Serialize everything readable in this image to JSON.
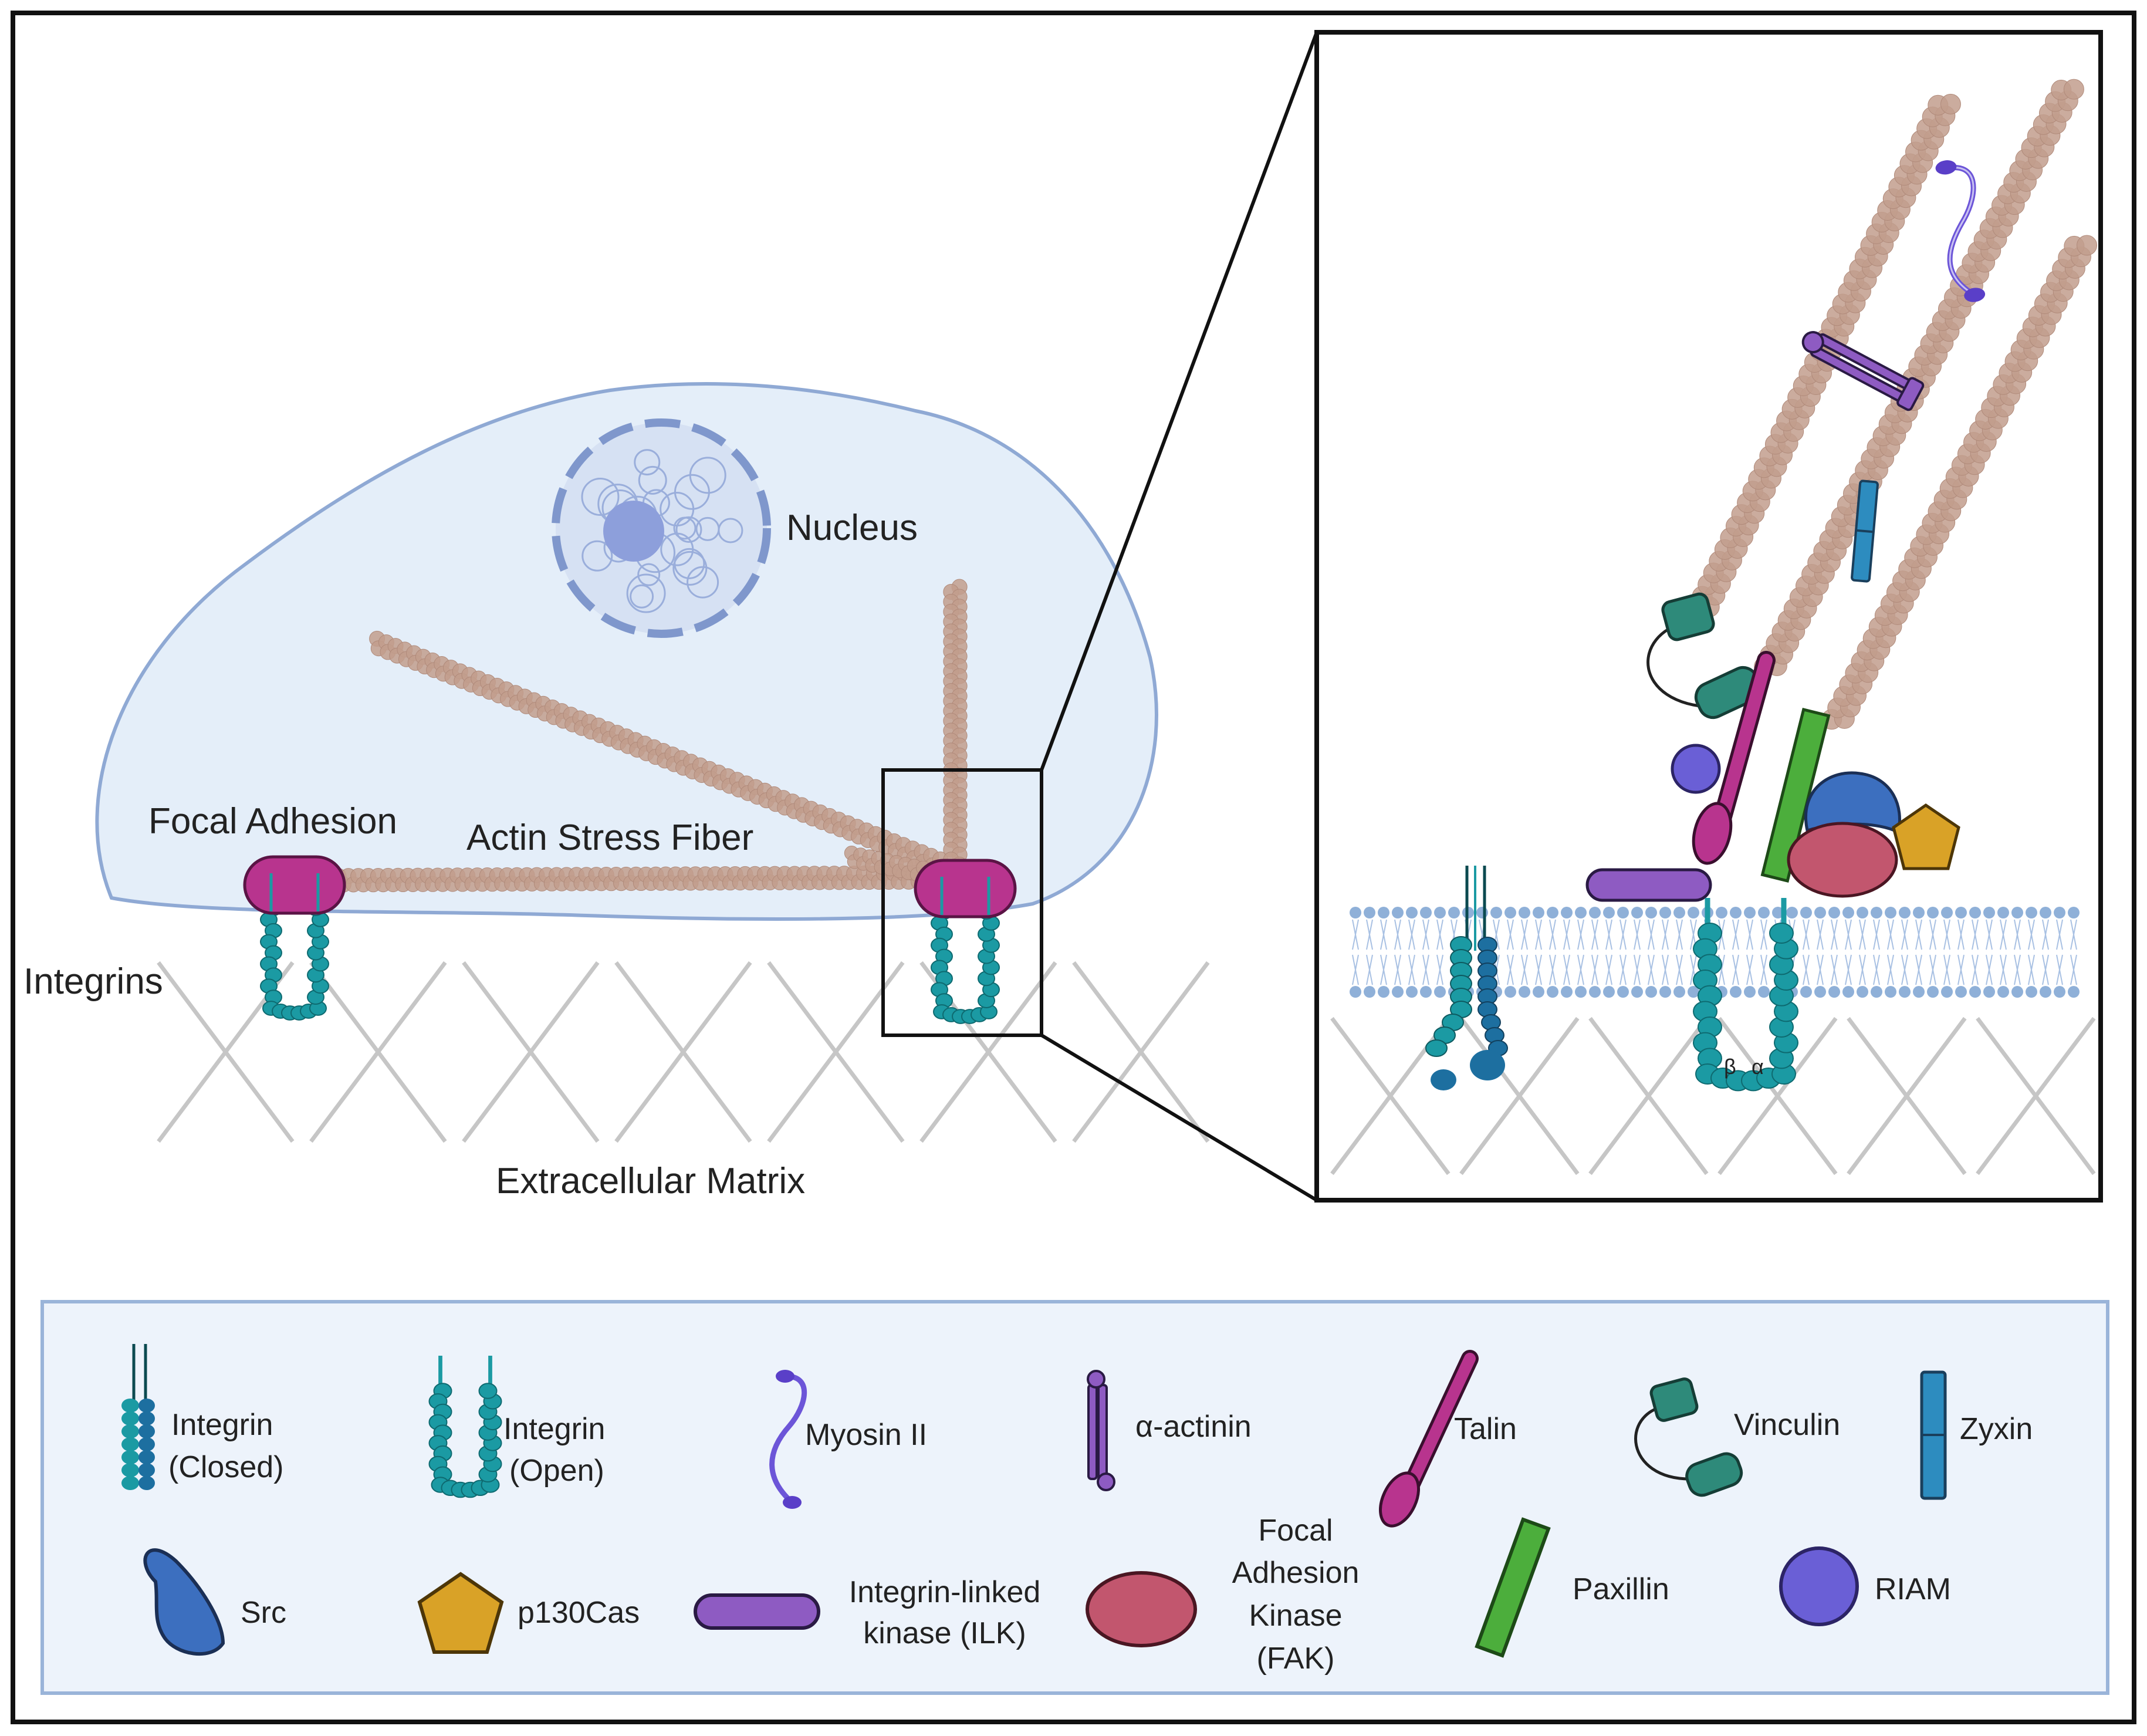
{
  "labels": {
    "nucleus": "Nucleus",
    "focal_adhesion": "Focal Adhesion",
    "actin_stress_fiber": "Actin Stress Fiber",
    "integrins": "Integrins",
    "extracellular_matrix": "Extracellular Matrix"
  },
  "zoom_labels": {
    "beta": "β",
    "alpha": "α"
  },
  "legend": {
    "integrin_closed": [
      "Integrin",
      "(Closed)"
    ],
    "integrin_open": [
      "Integrin",
      "(Open)"
    ],
    "myosin": [
      "Myosin II"
    ],
    "actinin": [
      "α-actinin"
    ],
    "talin": [
      "Talin"
    ],
    "vinculin": [
      "Vinculin"
    ],
    "zyxin": [
      "Zyxin"
    ],
    "src": [
      "Src"
    ],
    "p130cas": [
      "p130Cas"
    ],
    "ilk": [
      "Integrin-linked",
      "kinase (ILK)"
    ],
    "fak": [
      "Focal",
      "Adhesion",
      "Kinase",
      "(FAK)"
    ],
    "paxillin": [
      "Paxillin"
    ],
    "riam": [
      "RIAM"
    ]
  },
  "colors": {
    "cell_fill": "#e4eef9",
    "cell_stroke": "#8fa9d4",
    "actin": "#c29d8d",
    "focal_adhesion": "#b8348e",
    "integrin": "#1b9aa3",
    "integrin_dark": "#1d6fa0",
    "ecm": "#c6c6c6",
    "membrane": "#8fb0d8",
    "talin": "#b8348e",
    "vinculin": "#2e8a7a",
    "zyxin": "#2d8cbf",
    "myosin": "#6c55d8",
    "actinin": "#8e5bc2",
    "src": "#3c6fbf",
    "p130cas": "#d9a227",
    "ilk": "#8e5bc2",
    "fak": "#c2566e",
    "paxillin": "#4cae3c",
    "riam": "#6a5fd6",
    "legend_fill": "#edf3fb",
    "legend_stroke": "#9ab4d9"
  }
}
